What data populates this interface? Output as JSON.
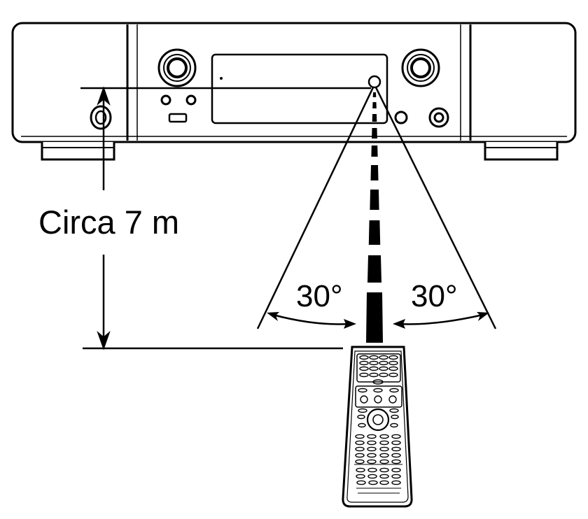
{
  "labels": {
    "distance": "Circa 7 m",
    "angle_left": "30°",
    "angle_right": "30°"
  },
  "colors": {
    "ink": "#000000",
    "background": "#ffffff"
  },
  "icons": {
    "device": "cd-player-front",
    "remote": "remote-control",
    "sensor": "ir-sensor"
  }
}
